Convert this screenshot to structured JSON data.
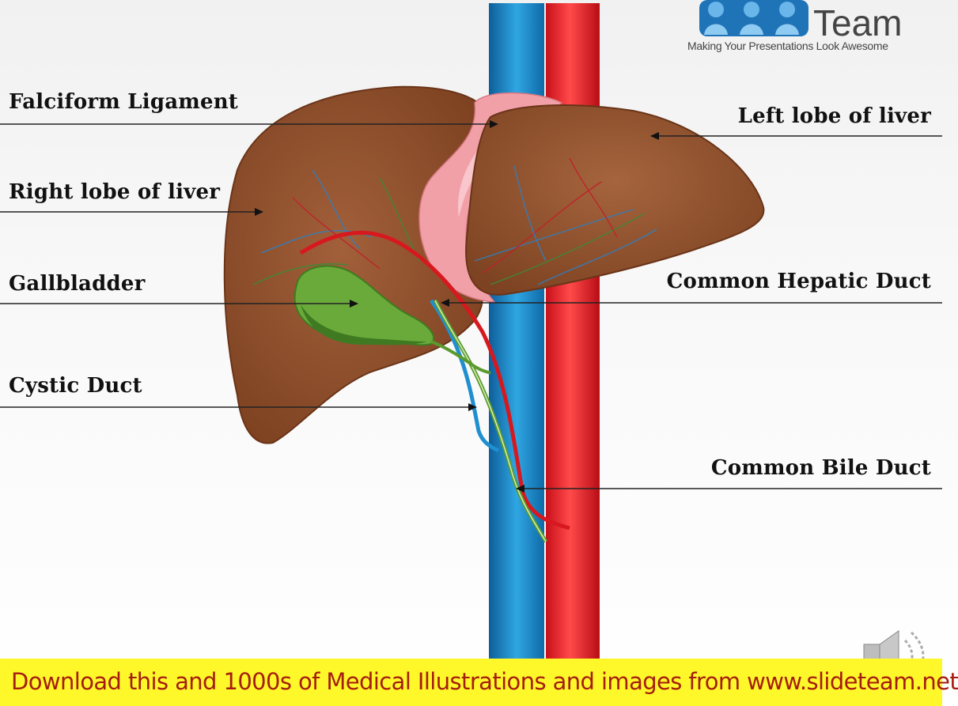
{
  "labels": {
    "falciform_ligament": "Falciform Ligament",
    "right_lobe": "Right lobe of liver",
    "gallbladder": "Gallbladder",
    "cystic_duct": "Cystic Duct",
    "left_lobe": "Left lobe of liver",
    "common_hepatic_duct": "Common Hepatic Duct",
    "common_bile_duct": "Common Bile Duct"
  },
  "logo": {
    "word": "Team",
    "tagline": "Making Your Presentations Look Awesome"
  },
  "footer": {
    "text": "Download this and 1000s of Medical Illustrations and images from www.slideteam.net"
  },
  "icons": [
    "logo-people-icon",
    "speaker-icon"
  ],
  "colors": {
    "liver": "#8f4e2a",
    "gallbladder": "#6aaa3a",
    "vein": "#1f8fd0",
    "artery": "#e2222a",
    "ligament": "#f2a0a8",
    "footer_bg": "#fef82a",
    "footer_text": "#a51d0f"
  }
}
